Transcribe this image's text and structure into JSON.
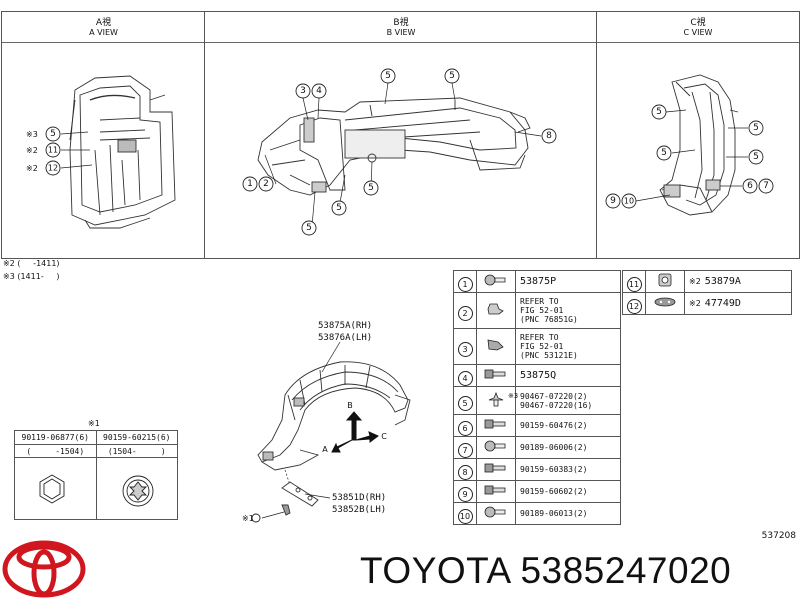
{
  "views": [
    {
      "jp": "A視",
      "en": "A VIEW"
    },
    {
      "jp": "B視",
      "en": "B VIEW"
    },
    {
      "jp": "C視",
      "en": "C VIEW"
    }
  ],
  "view_a_callouts": [
    {
      "prefix": "※3",
      "num": "5"
    },
    {
      "prefix": "※2",
      "num": "11"
    },
    {
      "prefix": "※2",
      "num": "12"
    }
  ],
  "view_b_callouts": [
    "3",
    "4",
    "5",
    "5",
    "8",
    "1",
    "2",
    "5",
    "5",
    "5"
  ],
  "view_c_callouts": [
    "5",
    "5",
    "5",
    "5",
    "6",
    "7",
    "9",
    "10"
  ],
  "notes": [
    {
      "mark": "※2",
      "text": "(     -1411)"
    },
    {
      "mark": "※3",
      "text": "(1411-     )"
    }
  ],
  "bolt_table": {
    "mark": "※1",
    "headers": [
      "90119-06877(6)",
      "90159-60215(6)"
    ],
    "ranges": [
      "(     -1504)",
      "(1504-     )"
    ]
  },
  "assembly": {
    "rh_a": "53875A(RH)",
    "lh_a": "53876A(LH)",
    "rh_d": "53851D(RH)",
    "lh_b": "53852B(LH)",
    "mark_bottom": "※1",
    "arrow_a": "A",
    "arrow_b": "B",
    "arrow_c": "C"
  },
  "parts_left": [
    {
      "num": "1",
      "icon": "clip-icon",
      "text": "53875P",
      "big": true
    },
    {
      "num": "2",
      "icon": "retainer-icon",
      "text": "REFER TO\nFIG 52-01\n(PNC 76851G)",
      "big": false
    },
    {
      "num": "3",
      "icon": "bracket-icon",
      "text": "REFER TO\nFIG 52-01\n(PNC 53121E)",
      "big": false
    },
    {
      "num": "4",
      "icon": "screw-icon",
      "text": "53875Q",
      "big": true
    },
    {
      "num": "5",
      "icon": "push-clip-icon",
      "text": "90467-07220(2)\n90467-07220(16)",
      "big": false,
      "mark": "※3"
    },
    {
      "num": "6",
      "icon": "screw-icon",
      "text": "90159-60476(2)",
      "big": false
    },
    {
      "num": "7",
      "icon": "clip-icon",
      "text": "90189-06006(2)",
      "big": false
    },
    {
      "num": "8",
      "icon": "screw-icon",
      "text": "90159-60383(2)",
      "big": false
    },
    {
      "num": "9",
      "icon": "screw-icon",
      "text": "90159-60602(2)",
      "big": false
    },
    {
      "num": "10",
      "icon": "clip-icon",
      "text": "90189-06013(2)",
      "big": false
    }
  ],
  "parts_right": [
    {
      "num": "11",
      "icon": "grommet-icon",
      "mark": "※2",
      "text": "53879A"
    },
    {
      "num": "12",
      "icon": "seal-icon",
      "mark": "※2",
      "text": "47749D"
    }
  ],
  "figure_code": "537208",
  "brand": {
    "name": "TOYOTA",
    "part_number": "5385247020",
    "logo_color": "#d0161e"
  }
}
